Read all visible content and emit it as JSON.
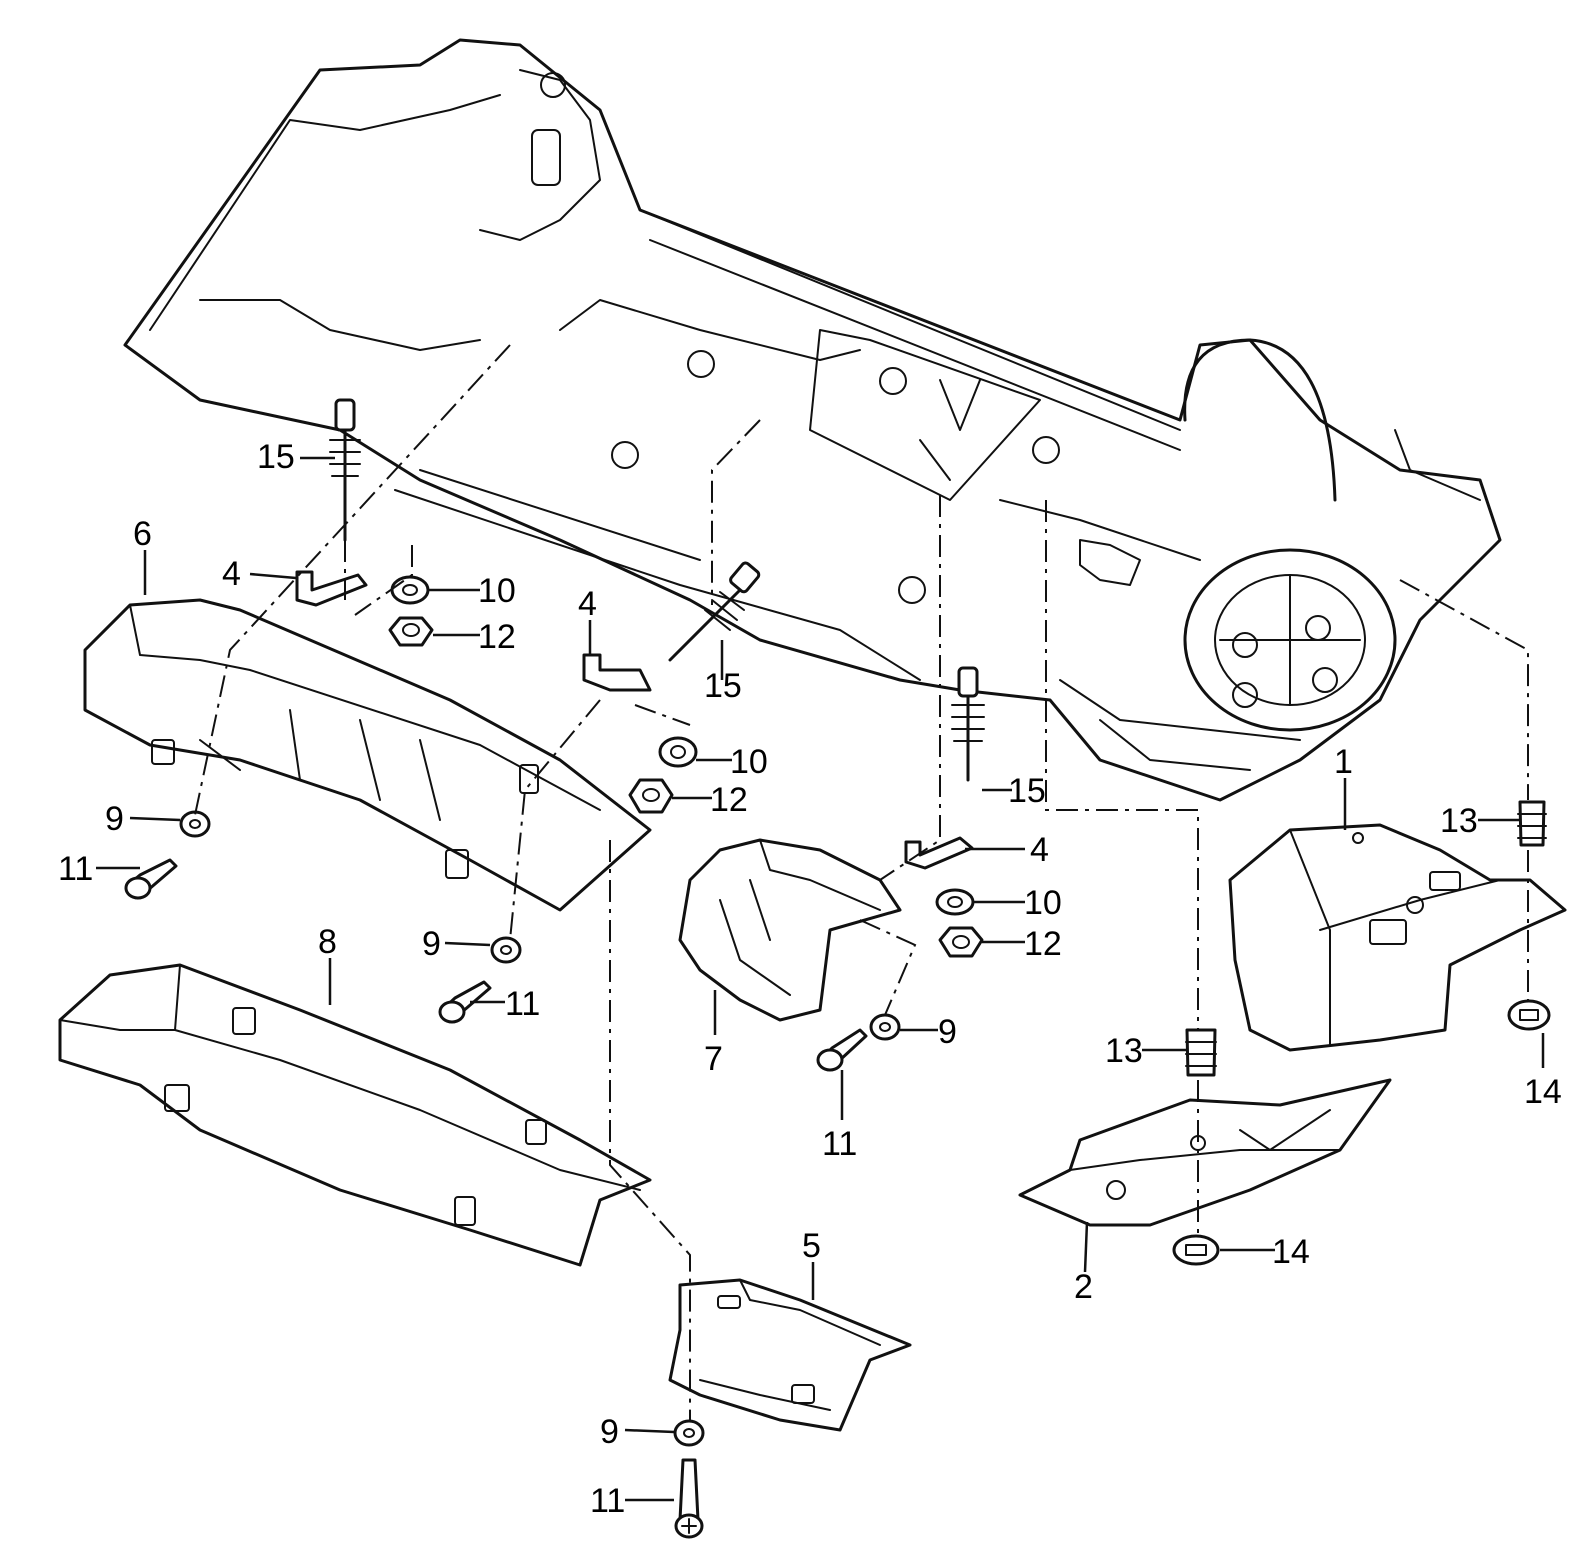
{
  "callouts": {
    "c1": "1",
    "c2": "2",
    "c4a": "4",
    "c4b": "4",
    "c4c": "4",
    "c5": "5",
    "c6": "6",
    "c7": "7",
    "c8": "8",
    "c9a": "9",
    "c9b": "9",
    "c9c": "9",
    "c9d": "9",
    "c10a": "10",
    "c10b": "10",
    "c10c": "10",
    "c11a": "11",
    "c11b": "11",
    "c11c": "11",
    "c11d": "11",
    "c12a": "12",
    "c12b": "12",
    "c12c": "12",
    "c13a": "13",
    "c13b": "13",
    "c14a": "14",
    "c14b": "14",
    "c15a": "15",
    "c15b": "15",
    "c15c": "15"
  }
}
